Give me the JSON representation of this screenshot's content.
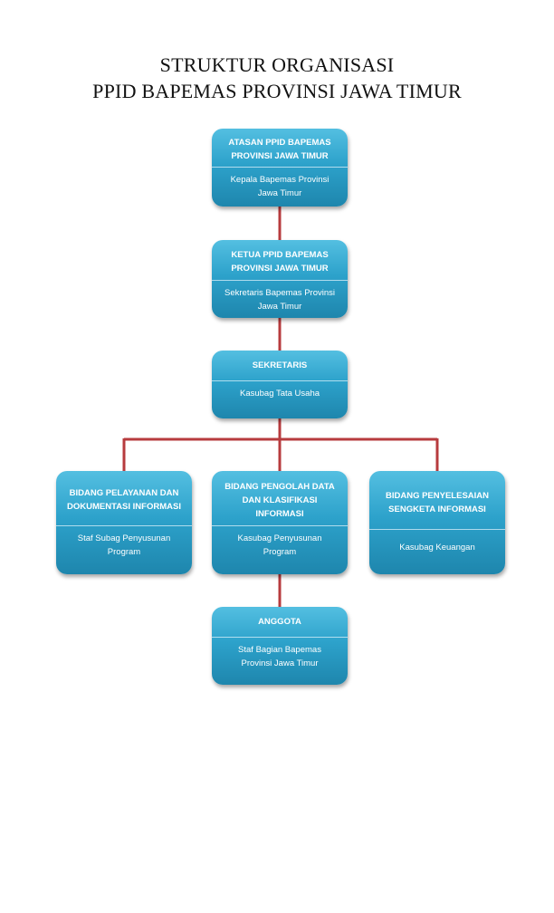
{
  "title": {
    "line1": "STRUKTUR ORGANISASI",
    "line2": "PPID BAPEMAS PROVINSI JAWA TIMUR"
  },
  "colors": {
    "box_fill": "#2da2cb",
    "connector": "#b73b3e",
    "text": "#ffffff"
  },
  "nodes": {
    "atasan": {
      "title": "ATASAN PPID BAPEMAS PROVINSI JAWA TIMUR",
      "role": "Kepala Bapemas Provinsi Jawa Timur"
    },
    "ketua": {
      "title": "KETUA PPID BAPEMAS PROVINSI JAWA TIMUR",
      "role": "Sekretaris  Bapemas Provinsi Jawa Timur"
    },
    "sekretaris": {
      "title": "SEKRETARIS",
      "role": "Kasubag Tata Usaha"
    },
    "pelayanan": {
      "title": "BIDANG PELAYANAN DAN DOKUMENTASI INFORMASI",
      "role": "Staf Subag Penyusunan Program"
    },
    "pengolah": {
      "title": "BIDANG PENGOLAH DATA DAN KLASIFIKASI INFORMASI",
      "role": "Kasubag Penyusunan Program"
    },
    "penyelesaian": {
      "title": "BIDANG PENYELESAIAN SENGKETA INFORMASI",
      "role": "Kasubag Keuangan"
    },
    "anggota": {
      "title": "ANGGOTA",
      "role": "Staf Bagian Bapemas Provinsi Jawa Timur"
    }
  }
}
